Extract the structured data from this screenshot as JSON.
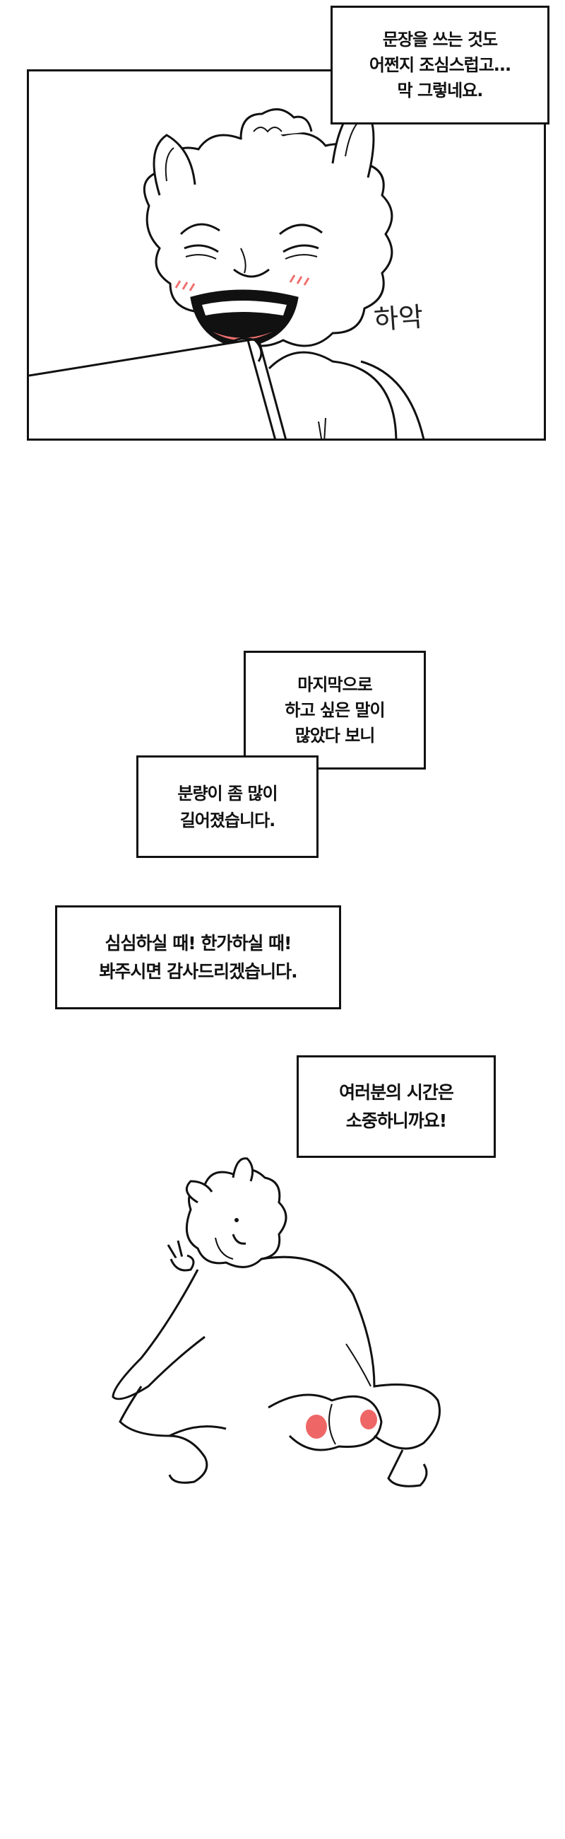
{
  "panel1": {
    "bubble_lines": [
      "문장을 쓰는 것도",
      "어쩐지 조심스럽고...",
      "막 그렇네요."
    ],
    "sfx": "하악"
  },
  "bubble2": {
    "lines": [
      "마지막으로",
      "하고 싶은 말이",
      "많았다 보니"
    ]
  },
  "bubble3": {
    "lines": [
      "분량이 좀 많이",
      "길어졌습니다."
    ]
  },
  "bubble4": {
    "lines": [
      "심심하실 때! 한가하실 때!",
      "봐주시면 감사드리겠습니다."
    ]
  },
  "bubble5": {
    "lines": [
      "여러분의 시간은",
      "소중하니까요!"
    ]
  },
  "colors": {
    "line": "#111111",
    "blush": "#f07070",
    "cheek_dot": "#ee6666"
  }
}
